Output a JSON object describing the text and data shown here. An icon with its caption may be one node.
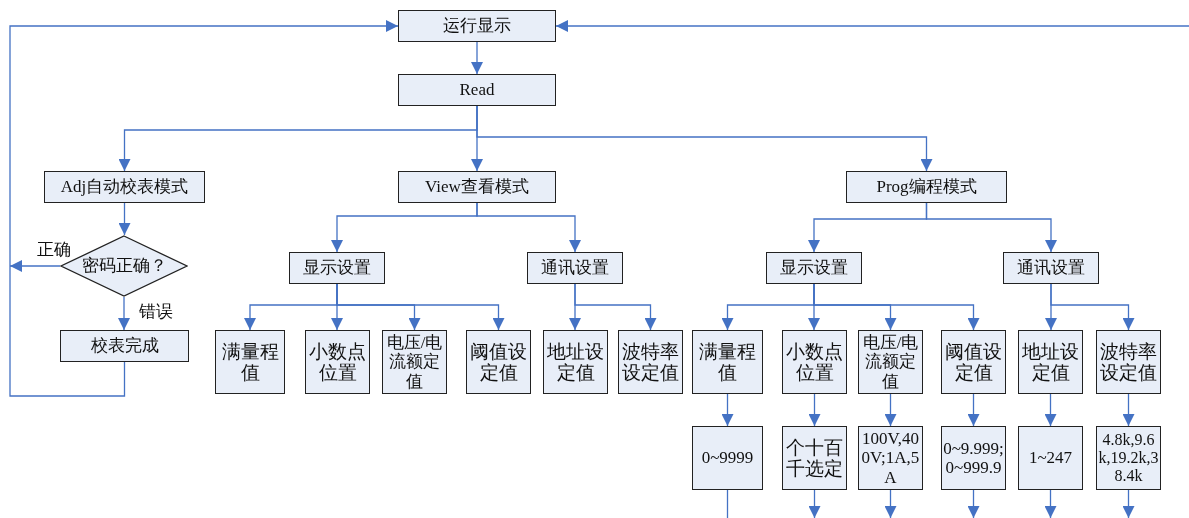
{
  "diagram": {
    "nodes": [
      {
        "text": [
          "运行显示"
        ]
      },
      {
        "text": [
          "Read"
        ]
      },
      {
        "text": [
          "Adj自动校表模式"
        ]
      },
      {
        "text": [
          "View查看模式"
        ]
      },
      {
        "text": [
          "Prog编程模式"
        ]
      },
      {
        "text": [
          "密码正确？"
        ]
      },
      {
        "text": [
          "校表完成"
        ]
      },
      {
        "text": [
          "显示设置"
        ]
      },
      {
        "text": [
          "通讯设置"
        ]
      },
      {
        "text": [
          "满量程值"
        ]
      },
      {
        "text": [
          "小数点位置"
        ]
      },
      {
        "text": [
          "电压/电流额定值"
        ]
      },
      {
        "text": [
          "阈值设定值"
        ]
      },
      {
        "text": [
          "地址设定值"
        ]
      },
      {
        "text": [
          "波特率设定值"
        ]
      },
      {
        "text": [
          "显示设置"
        ]
      },
      {
        "text": [
          "通讯设置"
        ]
      },
      {
        "text": [
          "满量程值"
        ]
      },
      {
        "text": [
          "小数点位置"
        ]
      },
      {
        "text": [
          "电压/电流额定值"
        ]
      },
      {
        "text": [
          "阈值设定值"
        ]
      },
      {
        "text": [
          "地址设定值"
        ]
      },
      {
        "text": [
          "波特率设定值"
        ]
      },
      {
        "text": [
          "0~9999"
        ]
      },
      {
        "text": [
          "个十百千选定"
        ]
      },
      {
        "text": [
          "100V,400V;1A,5A"
        ]
      },
      {
        "text": [
          "0~9.999;0~999.9"
        ]
      },
      {
        "text": [
          "1~247"
        ]
      },
      {
        "text": [
          "4.8k,9.6k,19.2k,38.4k"
        ]
      }
    ],
    "edges": [
      {
        "from": 0,
        "to": 1,
        "arrow": "to"
      },
      {
        "from": 1,
        "to": 2,
        "arrow": "to"
      },
      {
        "from": 1,
        "to": 3,
        "arrow": "to"
      },
      {
        "from": 1,
        "to": 4,
        "arrow": "to"
      },
      {
        "from": 2,
        "to": 5,
        "arrow": "to"
      },
      {
        "from": 5,
        "to": null,
        "arrow": "to",
        "label": "正确"
      },
      {
        "from": 5,
        "to": 6,
        "arrow": "to",
        "label": "错误"
      },
      {
        "from": 6,
        "to": 0,
        "arrow": "to"
      },
      {
        "from": null,
        "to": 0,
        "arrow": "to"
      },
      {
        "from": 3,
        "to": 7,
        "arrow": "to"
      },
      {
        "from": 3,
        "to": 8,
        "arrow": "to"
      },
      {
        "from": 7,
        "to": 9,
        "arrow": "to"
      },
      {
        "from": 7,
        "to": 10,
        "arrow": "to"
      },
      {
        "from": 7,
        "to": 11,
        "arrow": "to"
      },
      {
        "from": 7,
        "to": 12,
        "arrow": "to"
      },
      {
        "from": 8,
        "to": 13,
        "arrow": "to"
      },
      {
        "from": 8,
        "to": 14,
        "arrow": "to"
      },
      {
        "from": 4,
        "to": 15,
        "arrow": "to"
      },
      {
        "from": 4,
        "to": 16,
        "arrow": "to"
      },
      {
        "from": 15,
        "to": 17,
        "arrow": "to"
      },
      {
        "from": 15,
        "to": 18,
        "arrow": "to"
      },
      {
        "from": 15,
        "to": 19,
        "arrow": "to"
      },
      {
        "from": 15,
        "to": 20,
        "arrow": "to"
      },
      {
        "from": 16,
        "to": 21,
        "arrow": "to"
      },
      {
        "from": 16,
        "to": 22,
        "arrow": "to"
      },
      {
        "from": 17,
        "to": 23,
        "arrow": "to"
      },
      {
        "from": 18,
        "to": 24,
        "arrow": "to"
      },
      {
        "from": 19,
        "to": 25,
        "arrow": "to"
      },
      {
        "from": 20,
        "to": 26,
        "arrow": "to"
      },
      {
        "from": 21,
        "to": 27,
        "arrow": "to"
      },
      {
        "from": 22,
        "to": 28,
        "arrow": "to"
      },
      {
        "from": 23,
        "to": null,
        "arrow": "none"
      },
      {
        "from": 24,
        "to": null,
        "arrow": "to"
      },
      {
        "from": 25,
        "to": null,
        "arrow": "to"
      },
      {
        "from": 26,
        "to": null,
        "arrow": "to"
      },
      {
        "from": 27,
        "to": null,
        "arrow": "to"
      },
      {
        "from": 28,
        "to": null,
        "arrow": "to"
      }
    ]
  }
}
